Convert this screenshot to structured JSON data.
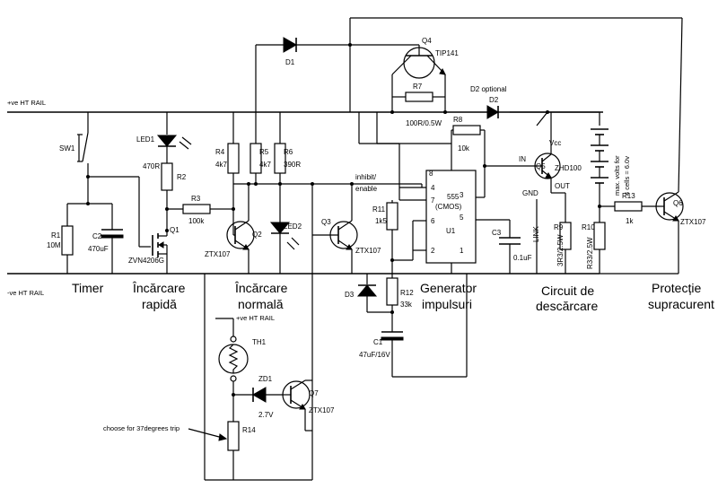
{
  "rails": {
    "pos": "+ve HT RAIL",
    "neg": "-ve HT RAIL",
    "pos_sub": "+ve HT RAIL"
  },
  "sections": {
    "timer": "Timer",
    "fast_1": "Încărcare",
    "fast_2": "rapidă",
    "normal_1": "Încărcare",
    "normal_2": "normală",
    "gen_1": "Generator",
    "gen_2": "impulsuri",
    "dis_1": "Circuit de",
    "dis_2": "descărcare",
    "prot_1": "Protecție",
    "prot_2": "supracurent"
  },
  "parts": {
    "sw1": "SW1",
    "r1": "R1",
    "r1v": "10M",
    "c2": "C2",
    "c2v": "470uF",
    "led1": "LED1",
    "r2": "R2",
    "r2v": "470R",
    "r3": "R3",
    "r3v": "100k",
    "q1": "Q1",
    "q1v": "ZVN4206G",
    "r4": "R4",
    "r4v": "4k7",
    "r5": "R5",
    "r5v": "4k7",
    "r6": "R6",
    "r6v": "390R",
    "q2": "Q2",
    "q2v": "ZTX107",
    "led2": "LED2",
    "d1": "D1",
    "q4": "Q4",
    "q4v": "TIP141",
    "r7": "R7",
    "r7v": "100R/0.5W",
    "d2opt": "D2  optional",
    "d2": "D2",
    "r8": "R8",
    "r8v": "10k",
    "inhibit1": "inhibit/",
    "inhibit2": "enable",
    "u1chip": "555",
    "u1cmos": "(CMOS)",
    "u1": "U1",
    "r11": "R11",
    "r11v": "1k5",
    "q3": "Q3",
    "q3v": "ZTX107",
    "d3": "D3",
    "r12": "R12",
    "r12v": "33k",
    "c1": "C1",
    "c1v": "47uF/16V",
    "c3": "C3",
    "c3v": "0.1uF",
    "link": "LINK",
    "q5": "Q5",
    "q5v": "ZHD100",
    "vcc": "Vcc",
    "in": "IN",
    "out": "OUT",
    "gnd": "GND",
    "r9": "R9",
    "r9v": "3R3/2.5W",
    "r10": "R10",
    "r10v": "R33/2.5W",
    "r13": "R13",
    "r13v": "1k",
    "q6": "Q6",
    "q6v": "ZTX107",
    "batt1": "max. volts for",
    "batt2": "4 cells = 6.0v",
    "th1": "TH1",
    "zd1": "ZD1",
    "zd1v": "2.7V",
    "q7": "Q7",
    "q7v": "ZTX107",
    "r14": "R14",
    "choose": "choose for 37degrees trip",
    "pin8": "8",
    "pin4": "4",
    "pin7": "7",
    "pin6": "6",
    "pin2": "2",
    "pin3": "3",
    "pin5": "5",
    "pin1": "1"
  }
}
